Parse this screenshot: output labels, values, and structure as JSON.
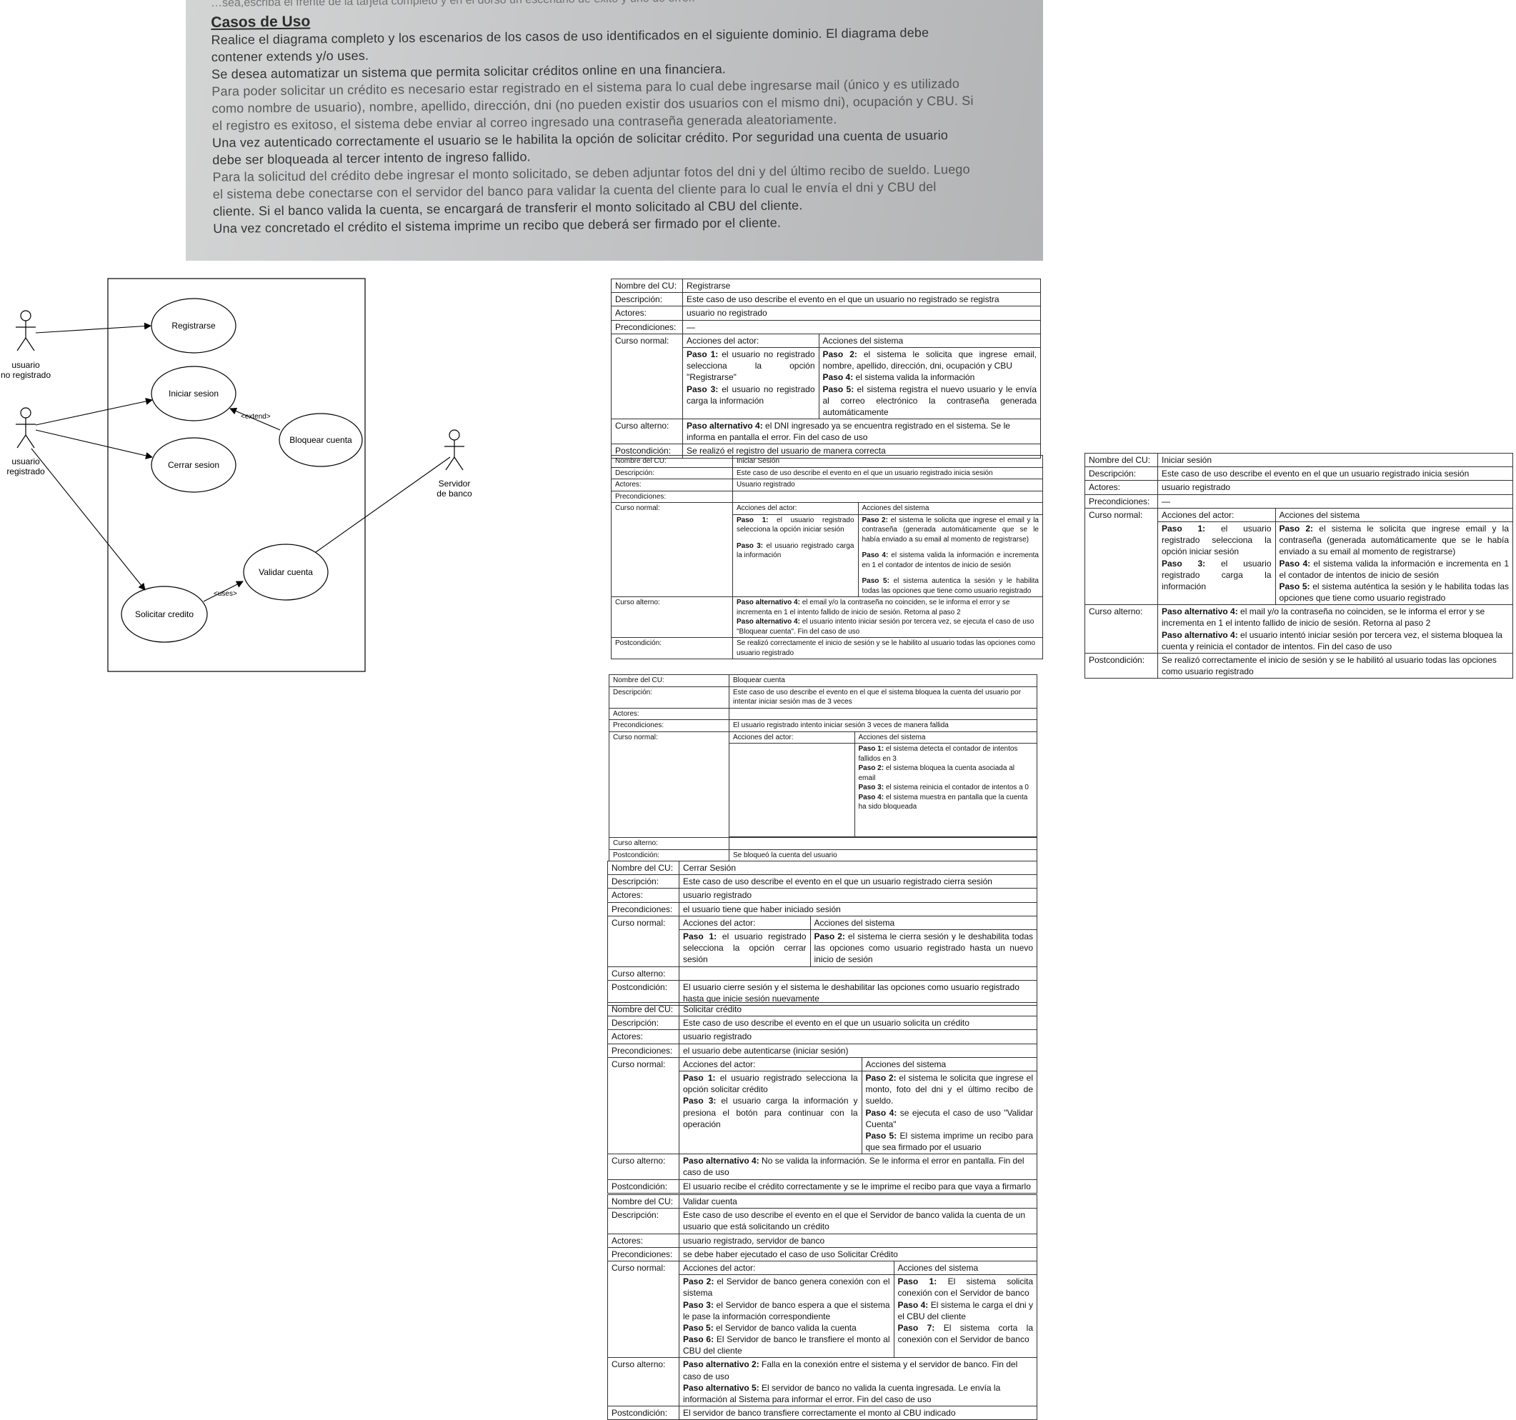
{
  "photo": {
    "top_cut": "…sea,escriba el frente de la tarjeta completo y en el dorso un escenario de éxito y uno de error.",
    "title": "Casos de Uso",
    "lines": [
      "Realice el diagrama completo y los escenarios de los casos de uso identificados en el siguiente dominio. El diagrama debe",
      "contener extends y/o uses.",
      "Se desea automatizar un sistema que permita solicitar créditos online en una financiera.",
      "Para poder solicitar un crédito es necesario estar registrado en el sistema para lo cual debe ingresarse mail (único y es utilizado",
      "como nombre de usuario), nombre, apellido, dirección, dni (no pueden existir dos usuarios con el mismo dni), ocupación y CBU. Si",
      "el registro es exitoso, el sistema debe enviar al correo ingresado una contraseña generada aleatoriamente.",
      "Una vez autenticado correctamente el usuario se le habilita la opción de solicitar crédito. Por seguridad una cuenta de usuario",
      "debe ser bloqueada al tercer intento de ingreso fallido.",
      "Para la solicitud del crédito debe ingresar el monto solicitado, se deben adjuntar fotos del dni y del último recibo de sueldo. Luego",
      "el sistema debe conectarse con el servidor del banco para validar la cuenta del cliente para lo cual le envía el dni y CBU del",
      "cliente. Si el banco valida la cuenta, se encargará de transferir el monto solicitado al CBU del cliente.",
      "Una vez concretado el crédito el sistema imprime un recibo que deberá ser firmado por el cliente."
    ]
  },
  "diagram": {
    "actors": {
      "no_registrado": "usuario\nno registrado",
      "registrado": "usuario\nregistrado",
      "servidor": "Servidor\nde banco"
    },
    "use_cases": {
      "registrarse": "Registrarse",
      "iniciar": "Iniciar sesion",
      "cerrar": "Cerrar sesion",
      "bloquear": "Bloquear cuenta",
      "validar": "Validar cuenta",
      "solicitar": "Solicitar credito"
    },
    "relations": {
      "extend": "<extend>",
      "uses": "<uses>"
    }
  },
  "labels": {
    "nombre": "Nombre del CU:",
    "descripcion": "Descripción:",
    "actores": "Actores:",
    "precondiciones": "Precondiciones:",
    "curso_normal": "Curso normal:",
    "acciones_actor": "Acciones del actor:",
    "acciones_sistema": "Acciones del sistema",
    "curso_alterno": "Curso alterno:",
    "postcondicion": "Postcondición:"
  },
  "tables": {
    "registrarse": {
      "nombre": "Registrarse",
      "descripcion": "Este caso de uso describe el evento en el que un usuario no registrado se registra",
      "actores": "usuario no registrado",
      "precondiciones": "—",
      "actor_steps": [
        {
          "b": "Paso 1:",
          "t": " el usuario no registrado selecciona la opción \"Registrarse\""
        },
        {
          "b": "Paso 3:",
          "t": " el usuario no registrado carga la información"
        }
      ],
      "system_steps": [
        {
          "b": "Paso 2:",
          "t": " el sistema le solicita que ingrese email, nombre, apellido, dirección, dni, ocupación y CBU"
        },
        {
          "b": "Paso 4:",
          "t": " el sistema valida la información"
        },
        {
          "b": "Paso 5:",
          "t": " el sistema registra el nuevo usuario y le envía al correo electrónico la contraseña generada automáticamente"
        }
      ],
      "alterno": [
        {
          "b": "Paso alternativo 4:",
          "t": " el DNI ingresado ya se encuentra registrado en el sistema. Se le informa en pantalla el error. Fin del caso de uso"
        }
      ],
      "postcondicion": "Se realizó el registro del usuario de manera correcta"
    },
    "iniciar_small": {
      "nombre": "Iniciar Sesión",
      "descripcion": "Este caso de uso describe el evento en el que un usuario registrado inicia sesión",
      "actores": "Usuario registrado",
      "precondiciones": "",
      "actor_steps": [
        {
          "b": "Paso 1:",
          "t": " el usuario registrado selecciona la opción iniciar sesión"
        },
        {
          "b": "Paso 3:",
          "t": " el usuario registrado carga la información"
        }
      ],
      "system_steps": [
        {
          "b": "Paso 2:",
          "t": " el sistema le solicita que ingrese el email y la contraseña (generada automáticamente que se le había enviado a su email al momento de registrarse)"
        },
        {
          "b": "Paso 4:",
          "t": " el sistema valida la información e incrementa en 1 el contador de intentos de inicio de sesión"
        },
        {
          "b": "Paso 5:",
          "t": " el sistema autentica la sesión y le habilita todas las opciones que tiene como usuario registrado"
        }
      ],
      "alterno": [
        {
          "b": "Paso alternativo 4:",
          "t": " el email y/o la contraseña no coinciden, se le informa el error y se incrementa en 1 el intento fallido de inicio de sesión. Retorna al paso 2"
        },
        {
          "b": "Paso alternativo 4:",
          "t": " el usuario intento iniciar sesión por tercera vez, se ejecuta el caso de uso \"Bloquear cuenta\". Fin del caso de uso"
        }
      ],
      "postcondicion": "Se realizó correctamente el inicio de sesión y se le habilito al usuario todas las opciones como usuario registrado"
    },
    "iniciar_right": {
      "nombre": "Iniciar sesión",
      "descripcion": "Este caso de uso describe el evento en el que un usuario registrado inicia sesión",
      "actores": "usuario registrado",
      "precondiciones": "—",
      "actor_steps": [
        {
          "b": "Paso 1:",
          "t": " el usuario registrado selecciona la opción iniciar sesión"
        },
        {
          "b": "Paso 3:",
          "t": " el usuario registrado carga la información"
        }
      ],
      "system_steps": [
        {
          "b": "Paso 2:",
          "t": " el sistema le solicita que ingrese email y la contraseña (generada automáticamente que se le había enviado a su email al momento de registrarse)"
        },
        {
          "b": "Paso 4:",
          "t": " el sistema valida la información e incrementa en 1 el contador de intentos de inicio de sesión"
        },
        {
          "b": "Paso 5:",
          "t": " el sistema auténtica la sesión y le habilita todas las opciones que tiene como usuario registrado"
        }
      ],
      "alterno": [
        {
          "b": "Paso alternativo 4:",
          "t": " el mail y/o la contraseña no coinciden, se le informa el error y se incrementa en 1 el intento fallido de inicio de sesión. Retorna al paso 2"
        },
        {
          "b": "Paso alternativo 4:",
          "t": " el usuario intentó iniciar sesión por tercera vez, el sistema bloquea la cuenta y reinicia el contador de intentos. Fin del caso de uso"
        }
      ],
      "postcondicion": "Se realizó correctamente el inicio de sesión y se le habilitó al usuario todas las opciones como usuario registrado"
    },
    "bloquear": {
      "nombre": "Bloquear cuenta",
      "descripcion": "Este caso de uso describe el evento en el que el sistema bloquea la cuenta del usuario por intentar iniciar sesión mas de 3 veces",
      "actores": "",
      "precondiciones": "El usuario registrado intento iniciar sesión 3 veces de manera fallida",
      "actor_steps": [],
      "system_steps": [
        {
          "b": "Paso 1:",
          "t": " el sistema detecta el contador de intentos fallidos en 3"
        },
        {
          "b": "Paso 2:",
          "t": " el sistema bloquea la cuenta asociada al email"
        },
        {
          "b": "Paso 3:",
          "t": " el sistema reinicia el contador de intentos a 0"
        },
        {
          "b": "Paso 4:",
          "t": " el sistema muestra en pantalla que la cuenta ha sido bloqueada"
        }
      ],
      "alterno": [],
      "postcondicion": "Se bloqueó la cuenta del usuario"
    },
    "cerrar": {
      "nombre": "Cerrar Sesión",
      "descripcion": "Este caso de uso describe el evento en el que un usuario registrado cierra sesión",
      "actores": "usuario registrado",
      "precondiciones": "el usuario tiene que haber iniciado sesión",
      "actor_steps": [
        {
          "b": "Paso 1:",
          "t": " el usuario registrado selecciona la opción cerrar sesión"
        }
      ],
      "system_steps": [
        {
          "b": "Paso 2:",
          "t": " el sistema le cierra sesión y le deshabilita todas las opciones como usuario registrado hasta un nuevo inicio de sesión"
        }
      ],
      "alterno": [],
      "postcondicion": "El usuario cierre sesión y el sistema le deshabilitar las opciones como usuario registrado hasta que inicie sesión nuevamente"
    },
    "solicitar": {
      "nombre": "Solicitar crédito",
      "descripcion": "Este caso de uso describe el evento en el que un usuario solicita un crédito",
      "actores": "usuario registrado",
      "precondiciones": "el usuario debe autenticarse (iniciar sesión)",
      "actor_steps": [
        {
          "b": "Paso 1:",
          "t": " el usuario registrado selecciona la opción solicitar crédito"
        },
        {
          "b": "Paso 3:",
          "t": " el usuario carga la información y presiona el botón para continuar con la operación"
        }
      ],
      "system_steps": [
        {
          "b": "Paso 2:",
          "t": " el sistema le solicita que ingrese el monto, foto del dni y el último recibo de sueldo."
        },
        {
          "b": "Paso 4:",
          "t": " se ejecuta el caso de uso \"Validar Cuenta\""
        },
        {
          "b": "Paso 5:",
          "t": " El sistema imprime un recibo para que sea firmado por el usuario"
        }
      ],
      "alterno": [
        {
          "b": "Paso alternativo 4:",
          "t": " No se valida la información. Se le informa el error en pantalla. Fin del caso de uso"
        }
      ],
      "postcondicion": "El usuario recibe el crédito correctamente y se le imprime el recibo para que vaya a firmarlo"
    },
    "validar": {
      "nombre": "Validar cuenta",
      "descripcion": "Este caso de uso describe el evento en el que el Servidor de banco valida la cuenta de un usuario que está solicitando un crédito",
      "actores": "usuario registrado, servidor de banco",
      "precondiciones": "se debe haber ejecutado el caso de uso Solicitar Crédito",
      "actor_steps": [
        {
          "b": "Paso 2:",
          "t": " el Servidor de banco genera conexión con el sistema"
        },
        {
          "b": "Paso 3:",
          "t": " el Servidor de banco espera a que el sistema le pase la información correspondiente"
        },
        {
          "b": "Paso 5:",
          "t": " el Servidor de banco valida la cuenta"
        },
        {
          "b": "Paso 6:",
          "t": " El Servidor de banco le transfiere el monto al CBU del cliente"
        }
      ],
      "system_steps": [
        {
          "b": "Paso 1:",
          "t": " El sistema solicita conexión con el Servidor de banco"
        },
        {
          "b": "Paso 4:",
          "t": " El sistema le carga el dni y el CBU del cliente"
        },
        {
          "b": "Paso 7:",
          "t": " El sistema corta la conexión con el Servidor de banco"
        }
      ],
      "alterno": [
        {
          "b": "Paso alternativo 2:",
          "t": " Falla en la conexión entre el sistema y el servidor de banco. Fin del caso de uso"
        },
        {
          "b": "Paso alternativo 5:",
          "t": " El servidor de banco no valida la cuenta ingresada. Le envía la información al Sistema para informar el error. Fin del caso de uso"
        }
      ],
      "postcondicion": "El servidor de banco transfiere correctamente el monto al CBU indicado"
    }
  }
}
